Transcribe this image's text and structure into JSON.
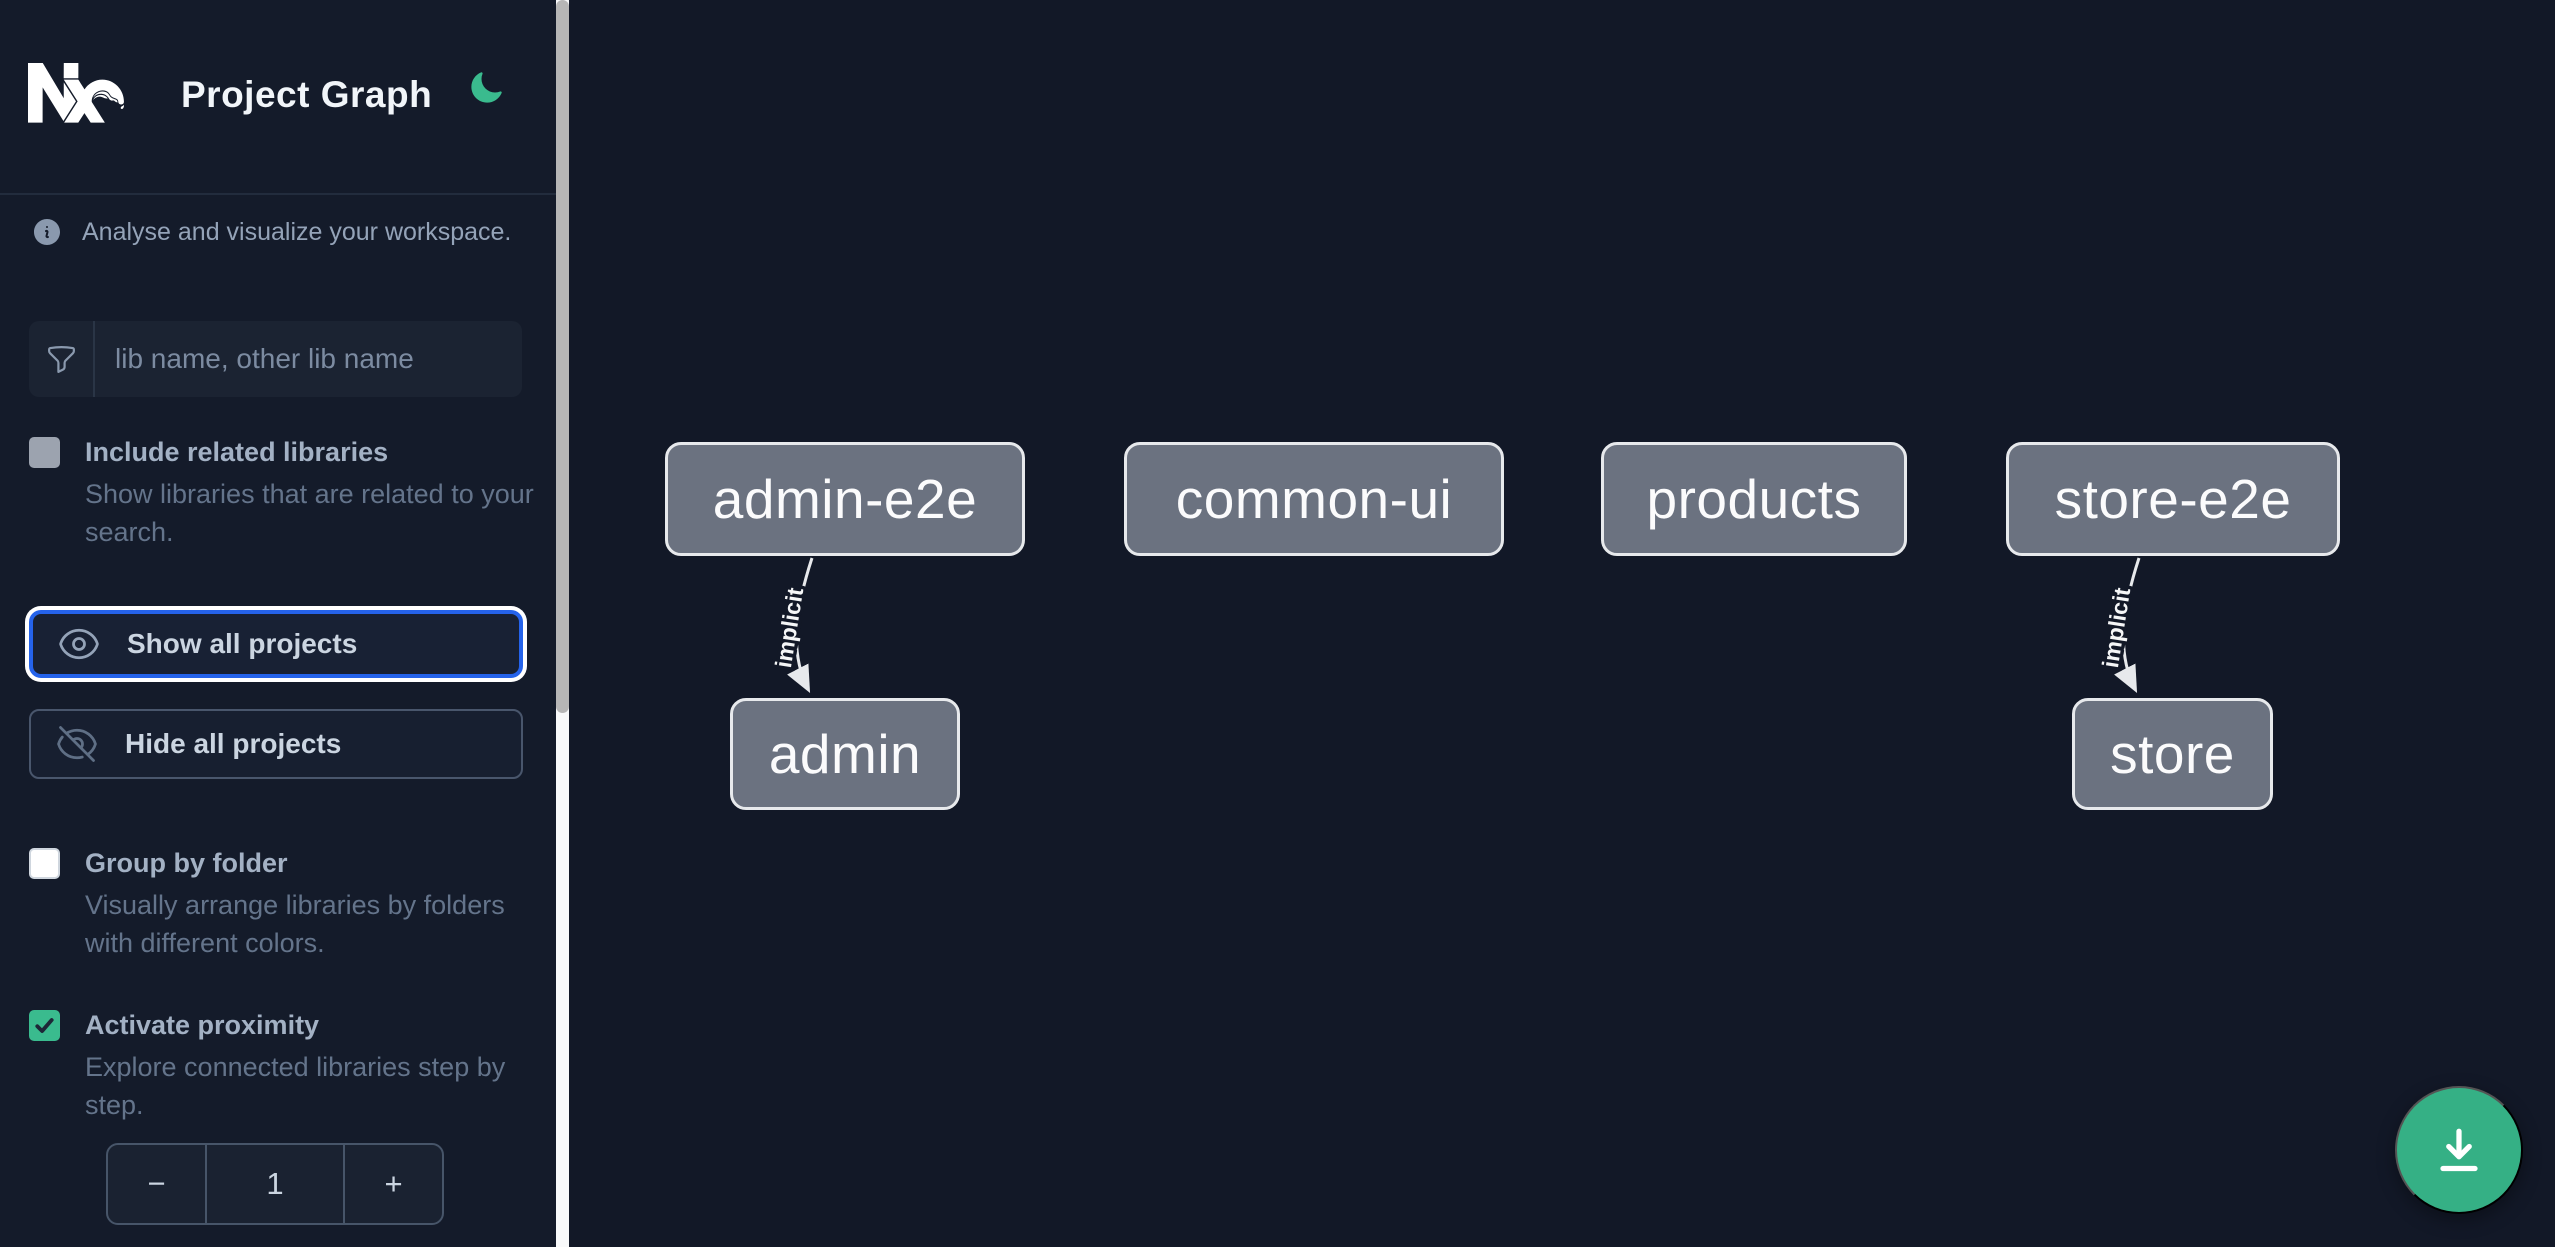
{
  "header": {
    "title": "Project Graph"
  },
  "sidebar": {
    "tagline": "Analyse and visualize your workspace.",
    "filter_placeholder": "lib name, other lib name",
    "checkboxes": [
      {
        "label": "Include related libraries",
        "description": "Show libraries that are related to your search.",
        "checked": false
      },
      {
        "label": "Group by folder",
        "description": "Visually arrange libraries by folders with different colors.",
        "checked": false
      },
      {
        "label": "Activate proximity",
        "description": "Explore connected libraries step by step.",
        "checked": true
      }
    ],
    "actions": [
      {
        "label": "Show all projects",
        "focused": true
      },
      {
        "label": "Hide all projects",
        "focused": false
      }
    ],
    "stepper": {
      "decrement": "−",
      "value": "1",
      "increment": "+"
    }
  },
  "graph": {
    "nodes": [
      {
        "label": "admin-e2e"
      },
      {
        "label": "common-ui"
      },
      {
        "label": "products"
      },
      {
        "label": "store-e2e"
      },
      {
        "label": "admin"
      },
      {
        "label": "store"
      }
    ],
    "edges": [
      {
        "from": "admin-e2e",
        "to": "admin",
        "label": "implicit"
      },
      {
        "from": "store-e2e",
        "to": "store",
        "label": "implicit"
      }
    ]
  },
  "colors": {
    "accent_green": "#3abb8e",
    "fab_green": "#35b085",
    "focus_blue": "#2563eb",
    "node_fill": "#6b7280",
    "node_border": "#e7e9ec",
    "sidebar_bg": "#141b2a",
    "canvas_bg": "#121827"
  }
}
